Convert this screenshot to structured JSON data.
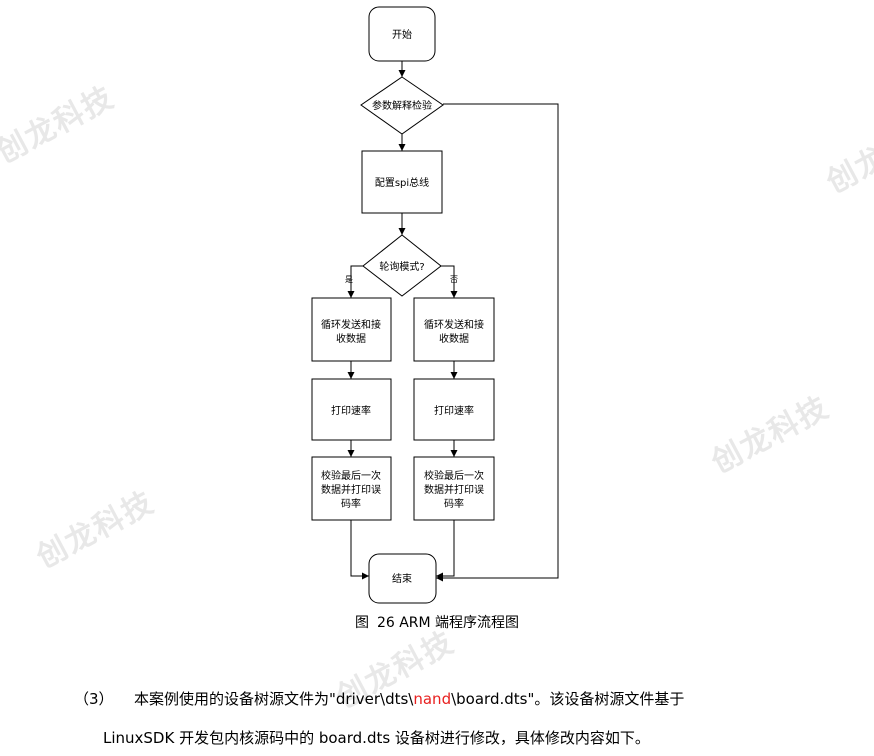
{
  "watermark_text": "创龙科技",
  "flowchart": {
    "start": "开始",
    "param_check": "参数解释检验",
    "config_spi": "配置spi总线",
    "poll_mode": "轮询模式?",
    "yes_label": "是",
    "no_label": "否",
    "left_branch": {
      "loop_line1": "循环发送和接",
      "loop_line2": "收数据",
      "print_rate": "打印速率",
      "verify_line1": "校验最后一次",
      "verify_line2": "数据并打印误",
      "verify_line3": "码率"
    },
    "right_branch": {
      "loop_line1": "循环发送和接",
      "loop_line2": "收数据",
      "print_rate": "打印速率",
      "verify_line1": "校验最后一次",
      "verify_line2": "数据并打印误",
      "verify_line3": "码率"
    },
    "end": "结束"
  },
  "caption": {
    "prefix": "图",
    "text": "26 ARM 端程序流程图"
  },
  "paragraph": {
    "number": "（3）",
    "text_before": "本案例使用的设备树源文件为\"driver\\dts\\",
    "highlight": "nand",
    "text_after": "\\board.dts\"。该设备树源文件基于",
    "line2": "LinuxSDK 开发包内核源码中的 board.dts 设备树进行修改，具体修改内容如下。"
  },
  "colors": {
    "highlight": "#e8201f",
    "watermark": "#e8e8e8",
    "line": "#000000"
  }
}
